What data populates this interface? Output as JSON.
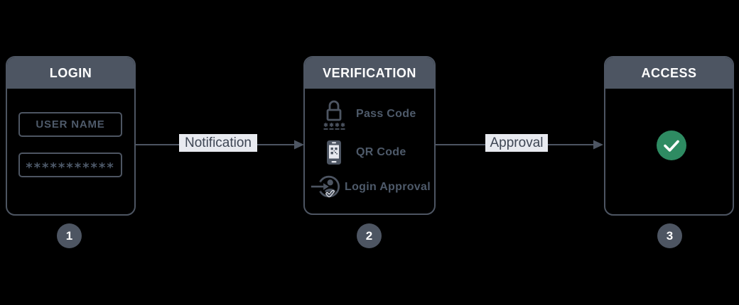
{
  "colors": {
    "background": "#000000",
    "slate": "#4d5562",
    "muted_text": "#4e5a6a",
    "label_bg": "#e8eaf0",
    "label_text": "#3e4654",
    "success_green": "#2e8b62",
    "header_text": "#ffffff"
  },
  "login_panel": {
    "title": "LOGIN",
    "username_field": {
      "value": "USER NAME"
    },
    "password_field": {
      "value": "***********"
    },
    "step_badge": "1"
  },
  "verification_panel": {
    "title": "VERIFICATION",
    "items": [
      {
        "icon": "passcode-lock-icon",
        "label": "Pass Code"
      },
      {
        "icon": "qr-phone-icon",
        "label": "QR Code"
      },
      {
        "icon": "login-approval-icon",
        "label": "Login Approval"
      }
    ],
    "step_badge": "2"
  },
  "access_panel": {
    "title": "ACCESS",
    "status_icon": "success-check-icon",
    "step_badge": "3"
  },
  "connectors": [
    {
      "label": "Notification"
    },
    {
      "label": "Approval"
    }
  ]
}
